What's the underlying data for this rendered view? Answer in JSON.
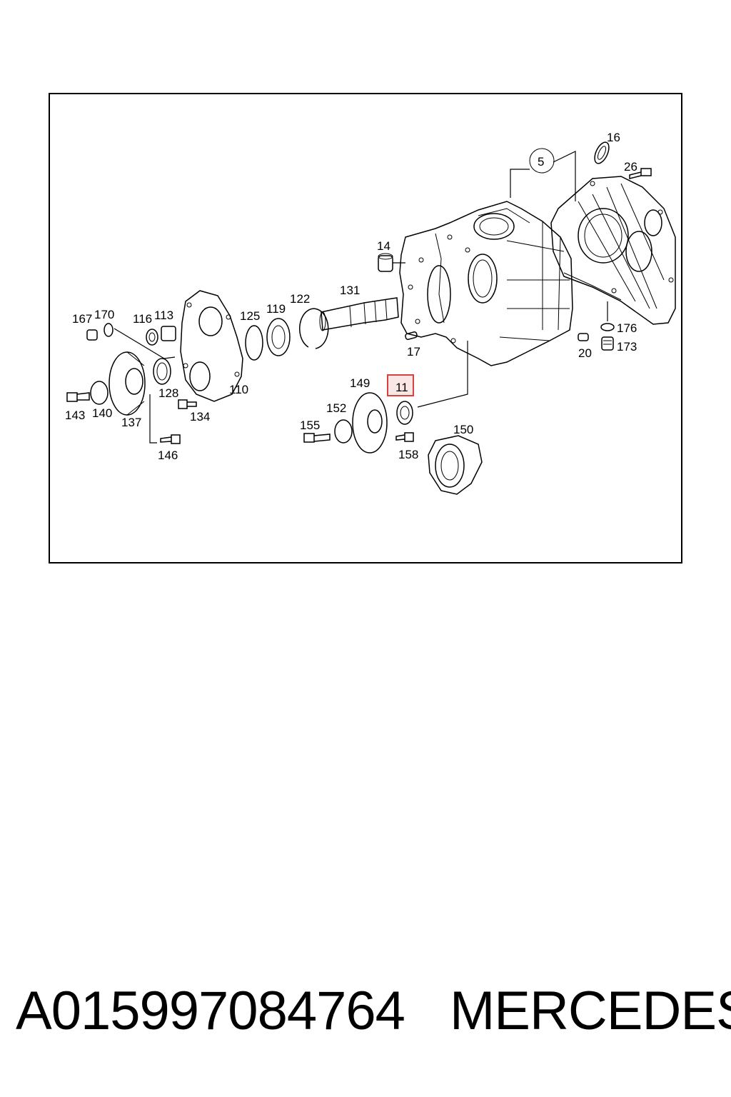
{
  "diagram": {
    "highlight_color": "#d94040",
    "highlighted_part": "11",
    "callouts": [
      "5",
      "14",
      "16",
      "17",
      "20",
      "26",
      "110",
      "113",
      "116",
      "119",
      "122",
      "125",
      "128",
      "131",
      "134",
      "137",
      "140",
      "143",
      "146",
      "149",
      "150",
      "152",
      "155",
      "158",
      "167",
      "170",
      "173",
      "176"
    ]
  },
  "footer": {
    "part_number": "A015997084764",
    "brand": "MERCEDES"
  }
}
